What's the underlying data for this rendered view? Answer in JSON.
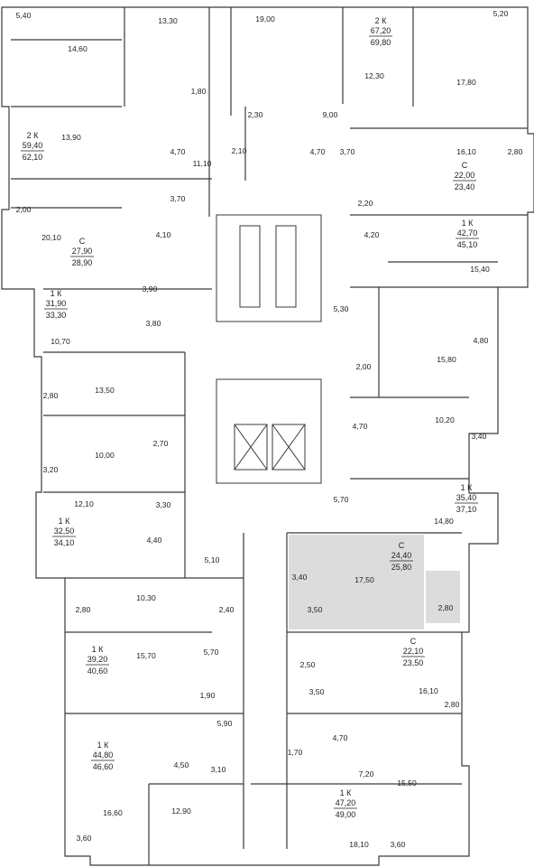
{
  "rooms": [
    {
      "id": "r1",
      "text": "5,40"
    },
    {
      "id": "r2",
      "text": "14,60"
    },
    {
      "id": "r3",
      "text": "13,30"
    },
    {
      "id": "r4",
      "text": "19,00"
    },
    {
      "id": "r5",
      "text": "5,20"
    },
    {
      "id": "r6",
      "text": "12,30"
    },
    {
      "id": "r7",
      "text": "17,80"
    },
    {
      "id": "r8",
      "text": "1,80"
    },
    {
      "id": "r9",
      "text": "2,30"
    },
    {
      "id": "r10",
      "text": "9,00"
    },
    {
      "id": "r11",
      "text": "13,90"
    },
    {
      "id": "r12",
      "text": "4,70"
    },
    {
      "id": "r13",
      "text": "11,10"
    },
    {
      "id": "r14",
      "text": "2,10"
    },
    {
      "id": "r15",
      "text": "4,70"
    },
    {
      "id": "r16",
      "text": "3,70"
    },
    {
      "id": "r17",
      "text": "16,10"
    },
    {
      "id": "r18",
      "text": "2,80"
    },
    {
      "id": "r19",
      "text": "3,70"
    },
    {
      "id": "r20",
      "text": "2,00"
    },
    {
      "id": "r21",
      "text": "2,20"
    },
    {
      "id": "r22",
      "text": "20,10"
    },
    {
      "id": "r23",
      "text": "4,10"
    },
    {
      "id": "r24",
      "text": "4,20"
    },
    {
      "id": "r25",
      "text": "15,40"
    },
    {
      "id": "r26",
      "text": "3,90"
    },
    {
      "id": "r27",
      "text": "5,30"
    },
    {
      "id": "r28",
      "text": "3,80"
    },
    {
      "id": "r29",
      "text": "10,70"
    },
    {
      "id": "r30",
      "text": "4,80"
    },
    {
      "id": "r31",
      "text": "2,00"
    },
    {
      "id": "r32",
      "text": "15,80"
    },
    {
      "id": "r33",
      "text": "13,50"
    },
    {
      "id": "r34",
      "text": "2,80"
    },
    {
      "id": "r35",
      "text": "10,20"
    },
    {
      "id": "r36",
      "text": "4,70"
    },
    {
      "id": "r37",
      "text": "2,70"
    },
    {
      "id": "r38",
      "text": "3,40"
    },
    {
      "id": "r39",
      "text": "10,00"
    },
    {
      "id": "r40",
      "text": "3,20"
    },
    {
      "id": "r41",
      "text": "12,10"
    },
    {
      "id": "r42",
      "text": "3,30"
    },
    {
      "id": "r43",
      "text": "5,70"
    },
    {
      "id": "r44",
      "text": "14,80"
    },
    {
      "id": "r45",
      "text": "4,40"
    },
    {
      "id": "r46",
      "text": "5,10"
    },
    {
      "id": "r47",
      "text": "3,40"
    },
    {
      "id": "r48",
      "text": "17,50"
    },
    {
      "id": "r49",
      "text": "10,30"
    },
    {
      "id": "r50",
      "text": "2,80"
    },
    {
      "id": "r51",
      "text": "2,40"
    },
    {
      "id": "r52",
      "text": "3,50"
    },
    {
      "id": "r53",
      "text": "2,80"
    },
    {
      "id": "r54",
      "text": "15,70"
    },
    {
      "id": "r55",
      "text": "5,70"
    },
    {
      "id": "r56",
      "text": "2,50"
    },
    {
      "id": "r57",
      "text": "1,90"
    },
    {
      "id": "r58",
      "text": "3,50"
    },
    {
      "id": "r59",
      "text": "16,10"
    },
    {
      "id": "r60",
      "text": "2,80"
    },
    {
      "id": "r61",
      "text": "5,90"
    },
    {
      "id": "r62",
      "text": "4,50"
    },
    {
      "id": "r63",
      "text": "3,10"
    },
    {
      "id": "r64",
      "text": "1,70"
    },
    {
      "id": "r65",
      "text": "4,70"
    },
    {
      "id": "r66",
      "text": "7,20"
    },
    {
      "id": "r67",
      "text": "15,50"
    },
    {
      "id": "r68",
      "text": "16,60"
    },
    {
      "id": "r69",
      "text": "12,90"
    },
    {
      "id": "r70",
      "text": "18,10"
    },
    {
      "id": "r71",
      "text": "3,60"
    },
    {
      "id": "r72",
      "text": "3,60"
    }
  ],
  "apartments": [
    {
      "id": "a1",
      "type": "2 К",
      "living": "67,20",
      "total": "69,80"
    },
    {
      "id": "a2",
      "type": "2 К",
      "living": "59,40",
      "total": "62,10"
    },
    {
      "id": "a3",
      "type": "С",
      "living": "22,00",
      "total": "23,40"
    },
    {
      "id": "a4",
      "type": "1 К",
      "living": "42,70",
      "total": "45,10"
    },
    {
      "id": "a5",
      "type": "С",
      "living": "27,90",
      "total": "28,90"
    },
    {
      "id": "a6",
      "type": "1 К",
      "living": "31,90",
      "total": "33,30"
    },
    {
      "id": "a7",
      "type": "1 К",
      "living": "35,40",
      "total": "37,10"
    },
    {
      "id": "a8",
      "type": "1 К",
      "living": "32,50",
      "total": "34,10"
    },
    {
      "id": "a9",
      "type": "С",
      "living": "24,40",
      "total": "25,80"
    },
    {
      "id": "a10",
      "type": "С",
      "living": "22,10",
      "total": "23,50"
    },
    {
      "id": "a11",
      "type": "1 К",
      "living": "39,20",
      "total": "40,60"
    },
    {
      "id": "a12",
      "type": "1 К",
      "living": "44,80",
      "total": "46,60"
    },
    {
      "id": "a13",
      "type": "1 К",
      "living": "47,20",
      "total": "49,00"
    }
  ],
  "colors": {
    "wall": "#3a3a3a",
    "highlight": "#dcdcdc",
    "background": "#ffffff"
  }
}
